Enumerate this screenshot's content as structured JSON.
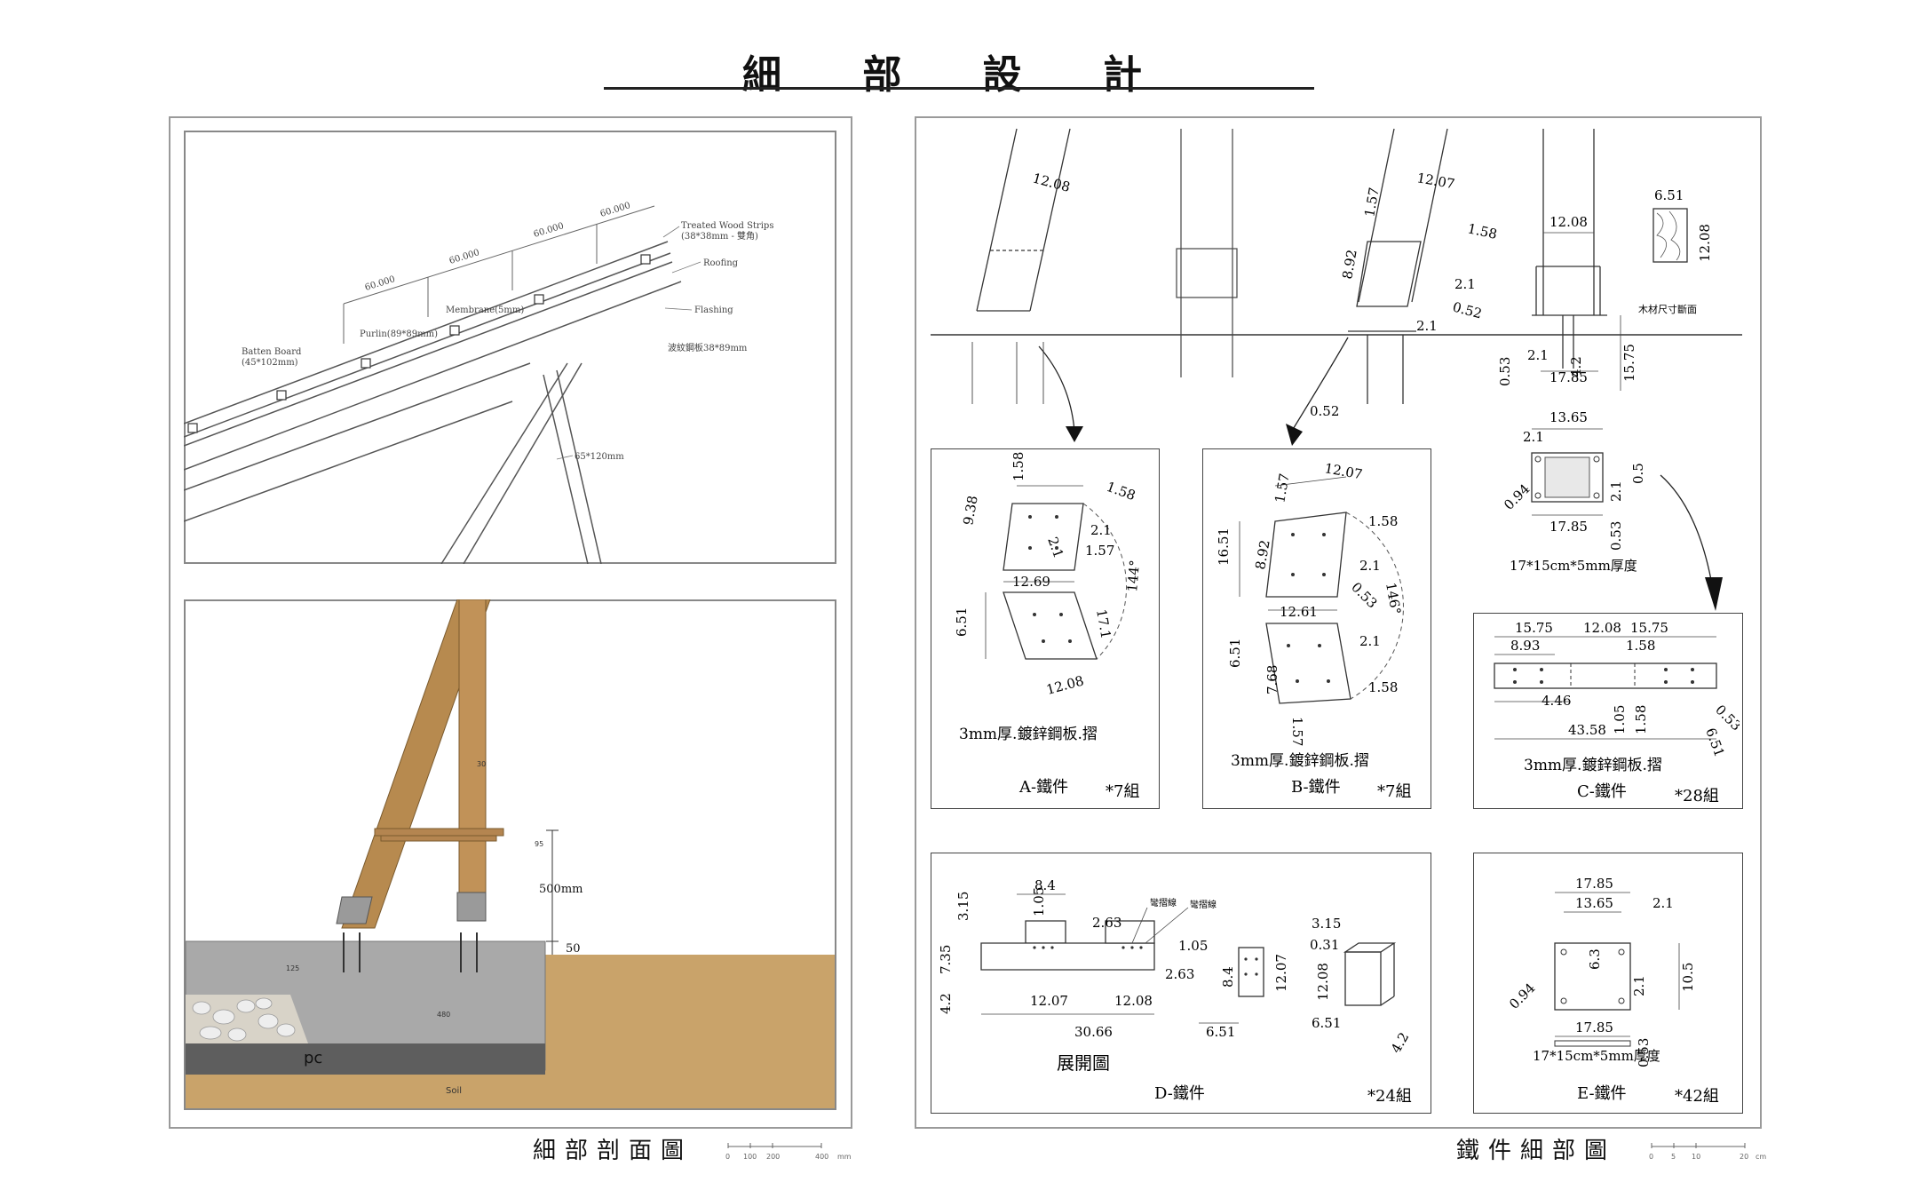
{
  "page_title": "細 部 設 計",
  "left_panel": {
    "caption": "細部剖面圖",
    "scale": [
      "0",
      "100",
      "200",
      "400",
      "mm"
    ],
    "roof_section": {
      "dims": [
        "60.000",
        "60.000",
        "60.000",
        "60.000"
      ],
      "labels": {
        "treated_wood": "Treated Wood Strips",
        "treated_wood_size": "(38*38mm - 雙角)",
        "roofing": "Roofing",
        "flashing": "Flashing",
        "steel_part": "波紋鋼板38*89mm",
        "membrane": "Membrane(5mm)",
        "purlin": "Purlin(89*89mm)",
        "batten": "Batten Board",
        "batten_size": "(45*102mm)",
        "post": "65*120mm"
      }
    },
    "foundation": {
      "height_label": "500mm",
      "gap_label": "50",
      "concrete_label": "pc",
      "soil_label": "Soil",
      "small_dims": [
        "125",
        "480",
        "30",
        "95"
      ]
    }
  },
  "right_panel": {
    "caption": "鐵件細部圖",
    "scale": [
      "0",
      "5",
      "10",
      "20",
      "cm"
    ],
    "top_dims": {
      "a": [
        "12.08"
      ],
      "b": [
        "12.07",
        "1.57",
        "1.58",
        "8.92",
        "2.1",
        "0.52",
        "2.1",
        "0.52"
      ],
      "c": [
        "12.08",
        "17.85",
        "15.75",
        "0.53",
        "2.1",
        "4.2"
      ],
      "wood": [
        "6.51",
        "12.08"
      ],
      "wood_label": "木材尺寸斷面"
    },
    "c_plate": {
      "dims": [
        "13.65",
        "2.1",
        "0.5",
        "2.1",
        "0.94",
        "17.85",
        "0.53"
      ],
      "note": "17*15cm*5mm厚度"
    },
    "A": {
      "dims": [
        "1.58",
        "1.58",
        "9.38",
        "2.1",
        "2.1",
        "1.57",
        "12.69",
        "6.51",
        "17.1",
        "144°",
        "12.08"
      ],
      "material": "3mm厚.鍍鋅鋼板.摺",
      "name": "A-鐵件",
      "count": "*7組"
    },
    "B": {
      "dims": [
        "12.07",
        "1.57",
        "1.58",
        "16.51",
        "8.92",
        "2.1",
        "0.53",
        "12.61",
        "146°",
        "2.1",
        "6.51",
        "7.68",
        "1.58",
        "1.57"
      ],
      "material": "3mm厚.鍍鋅鋼板.摺",
      "name": "B-鐵件",
      "count": "*7組"
    },
    "C": {
      "dims": [
        "15.75",
        "12.08",
        "15.75",
        "8.93",
        "1.58",
        "4.46",
        "6.51",
        "0.53",
        "1.05",
        "1.58",
        "43.58"
      ],
      "material": "3mm厚.鍍鋅鋼板.摺",
      "name": "C-鐵件",
      "count": "*28組"
    },
    "D": {
      "dims": [
        "8.4",
        "3.15",
        "1.05",
        "2.63",
        "7.35",
        "4.2",
        "12.07",
        "12.08",
        "30.66",
        "1.05",
        "2.63",
        "8.4",
        "12.07",
        "3.15",
        "0.31",
        "12.08",
        "6.51",
        "6.51",
        "4.2"
      ],
      "fold_labels": [
        "彎摺線",
        "彎摺線"
      ],
      "unfold": "展開圖",
      "name": "D-鐵件",
      "count": "*24組"
    },
    "E": {
      "dims": [
        "17.85",
        "13.65",
        "2.1",
        "6.3",
        "10.5",
        "2.1",
        "0.94",
        "17.85",
        "0.53"
      ],
      "note": "17*15cm*5mm厚度",
      "name": "E-鐵件",
      "count": "*42組"
    }
  }
}
